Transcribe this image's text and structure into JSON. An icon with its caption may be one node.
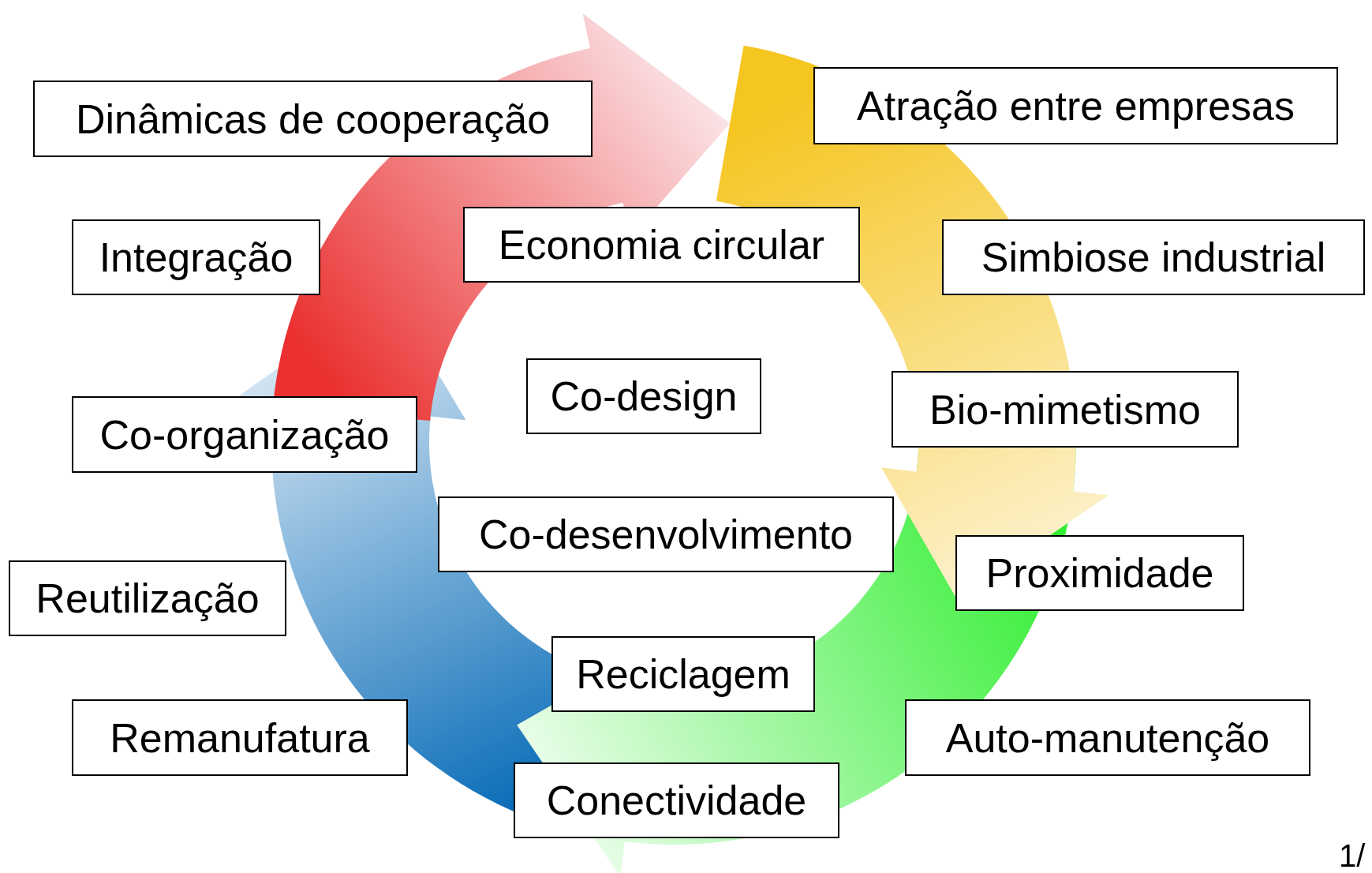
{
  "diagram": {
    "nodes": [
      {
        "text": [
          "Dinâmicas de cooperação"
        ]
      },
      {
        "text": [
          "Atração entre empresas"
        ]
      },
      {
        "text": [
          "Integração"
        ]
      },
      {
        "text": [
          "Economia circular"
        ]
      },
      {
        "text": [
          "Simbiose industrial"
        ]
      },
      {
        "text": [
          "Co-design"
        ]
      },
      {
        "text": [
          "Bio-mimetismo"
        ]
      },
      {
        "text": [
          "Co-organização"
        ]
      },
      {
        "text": [
          "Co-desenvolvimento"
        ]
      },
      {
        "text": [
          "Proximidade"
        ]
      },
      {
        "text": [
          "Reutilização"
        ]
      },
      {
        "text": [
          "Reciclagem"
        ]
      },
      {
        "text": [
          "Remanufatura"
        ]
      },
      {
        "text": [
          "Auto-manutenção"
        ]
      },
      {
        "text": [
          "Conectividade"
        ]
      }
    ],
    "labels": [
      "1/"
    ]
  }
}
